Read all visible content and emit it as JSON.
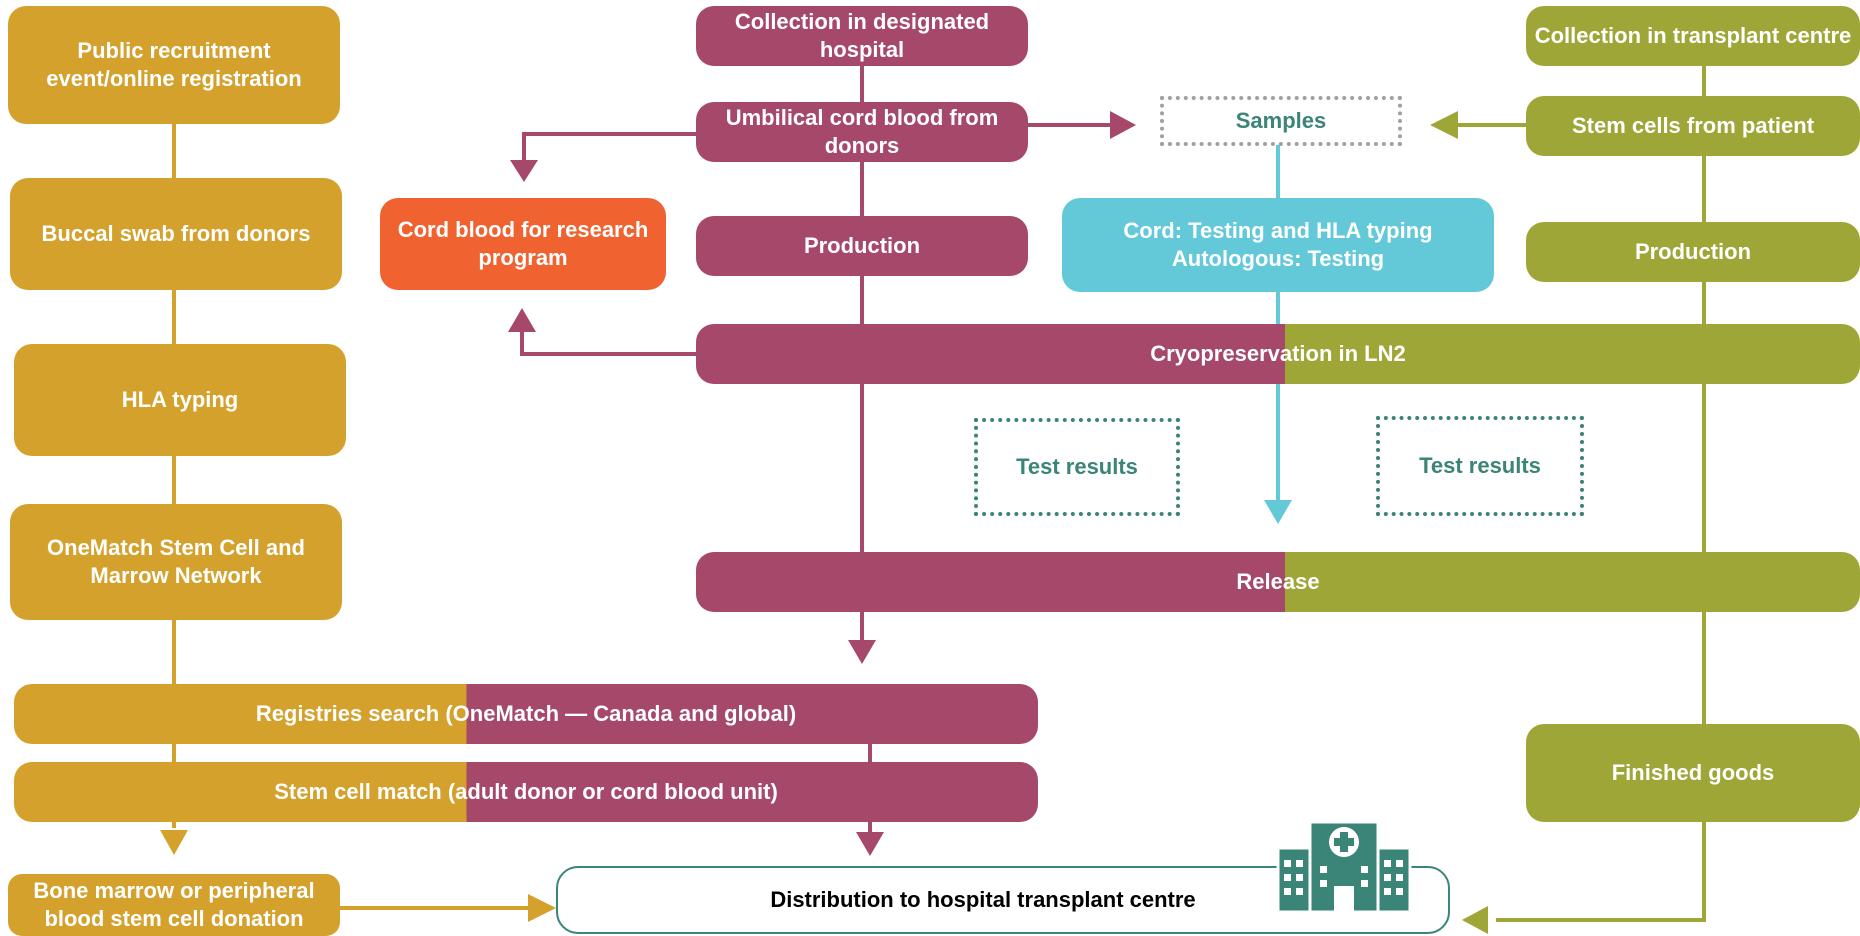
{
  "colors": {
    "gold": "#d4a12c",
    "maroon": "#a5486a",
    "olive": "#9ea637",
    "orange": "#f0622f",
    "cyan": "#63c9d8",
    "teal": "#3a8478"
  },
  "left_column": {
    "recruitment": "Public recruitment event/online registration",
    "buccal_swab": "Buccal swab from donors",
    "hla_typing": "HLA typing",
    "onematch": "OneMatch Stem Cell and Marrow Network",
    "donation": "Bone marrow or peripheral blood stem cell donation"
  },
  "middle_column": {
    "collection_hospital": "Collection in designated hospital",
    "umbilical": "Umbilical cord blood from donors",
    "production": "Production",
    "research": "Cord blood for research program"
  },
  "samples_column": {
    "samples": "Samples",
    "testing": "Cord: Testing and HLA typing Autologous: Testing",
    "test_results_1": "Test results",
    "test_results_2": "Test results"
  },
  "right_column": {
    "collection_centre": "Collection in transplant centre",
    "stem_cells_patient": "Stem cells from patient",
    "production": "Production",
    "finished_goods": "Finished goods"
  },
  "bars": {
    "cryopreservation": "Cryopreservation in LN2",
    "release": "Release",
    "registries_search": "Registries search (OneMatch — Canada and global)",
    "stem_cell_match": "Stem cell match (adult donor or cord blood unit)"
  },
  "distribution": {
    "label": "Distribution to hospital transplant centre",
    "icon": "hospital-icon"
  }
}
